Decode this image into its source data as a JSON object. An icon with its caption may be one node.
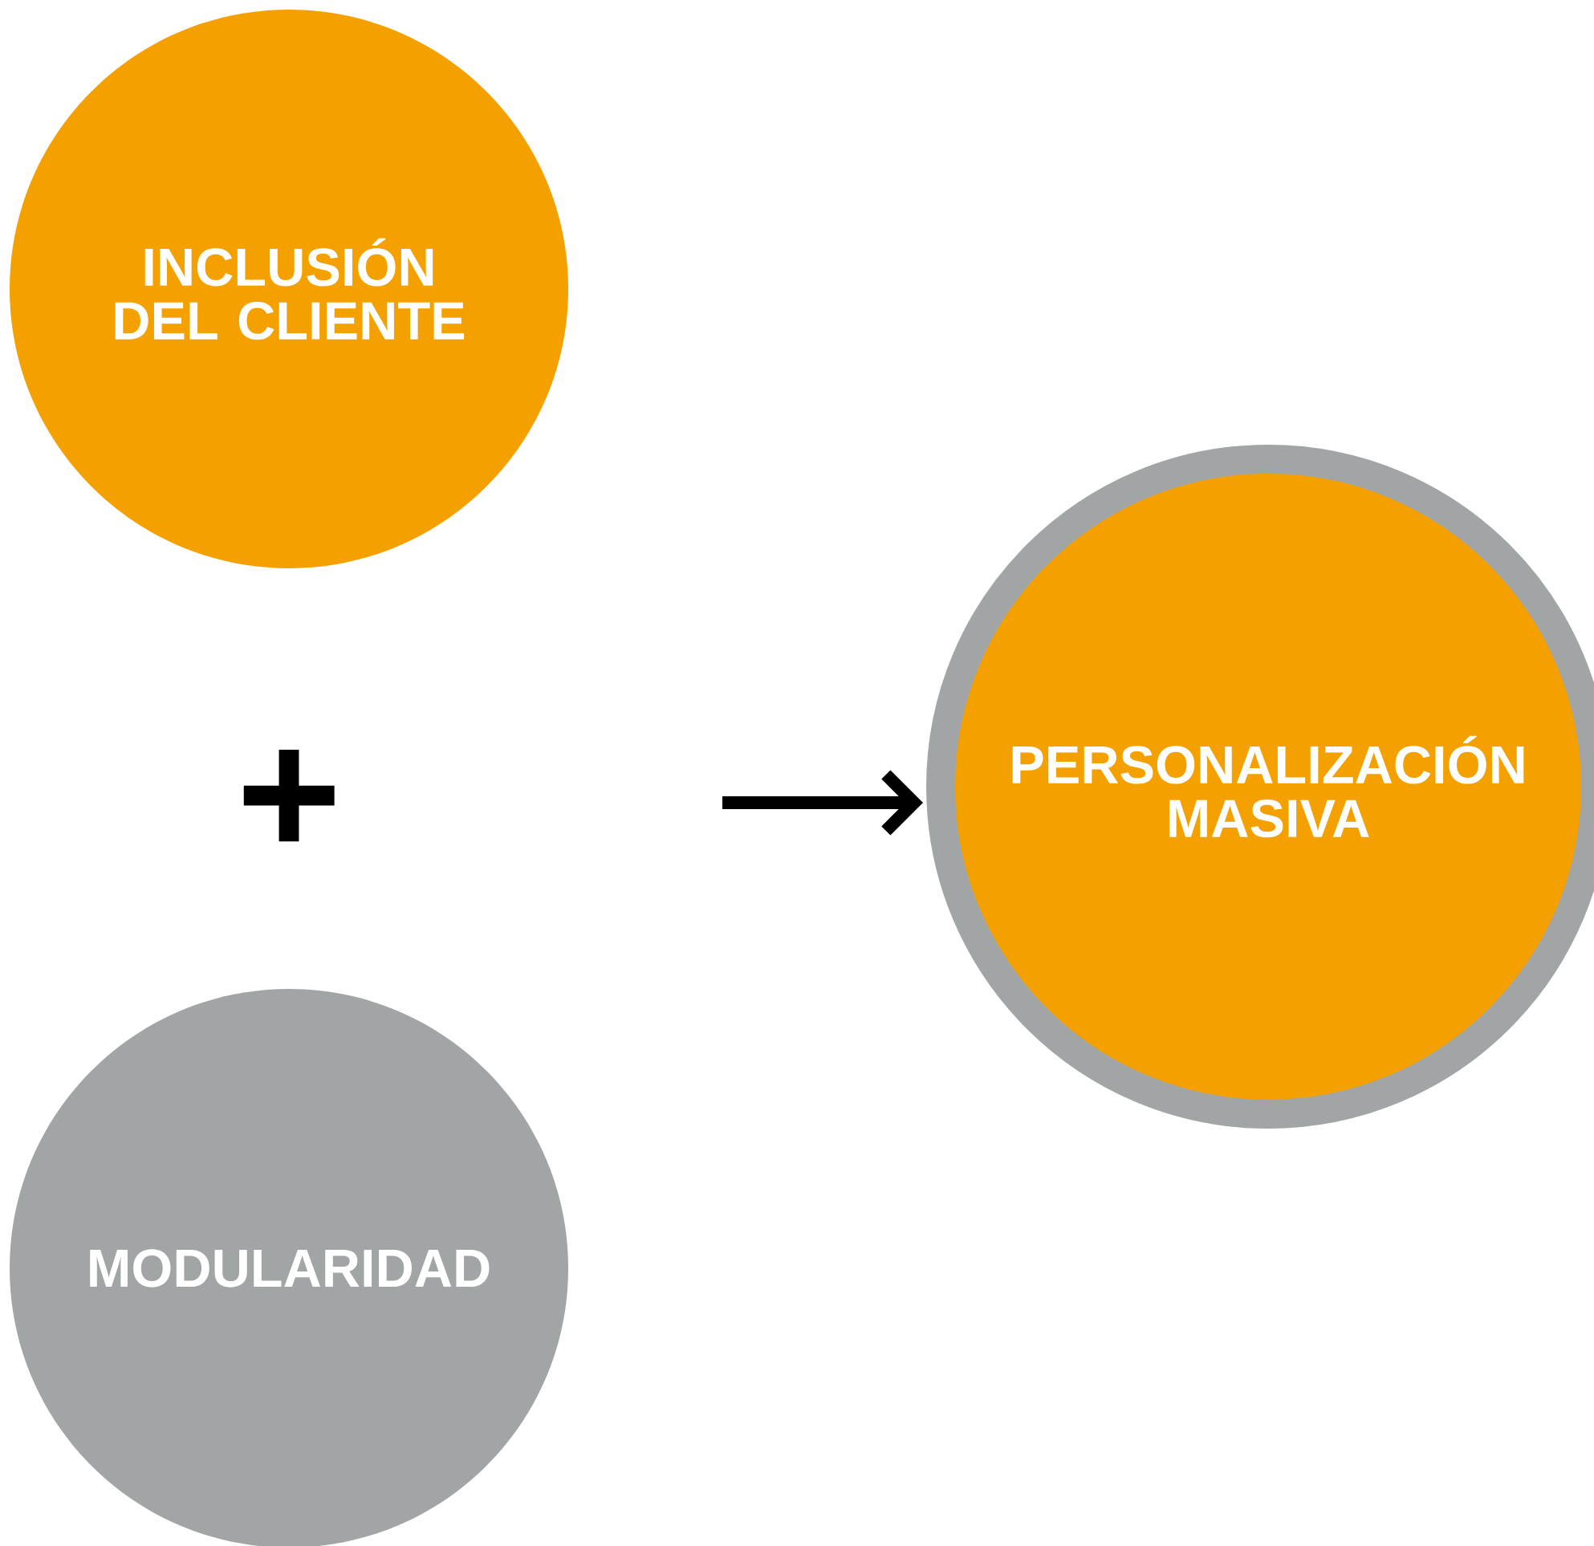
{
  "diagram": {
    "nodes": [
      {
        "text": [
          "INCLUSIÓN DEL CLIENTE"
        ]
      },
      {
        "text": [
          "MODULARIDAD"
        ]
      },
      {
        "text": [
          "PERSONALIZACIÓN MASIVA"
        ]
      }
    ],
    "edges": [
      {
        "from": null,
        "to": 2,
        "arrow": "to"
      }
    ],
    "labels": [
      "+"
    ]
  }
}
